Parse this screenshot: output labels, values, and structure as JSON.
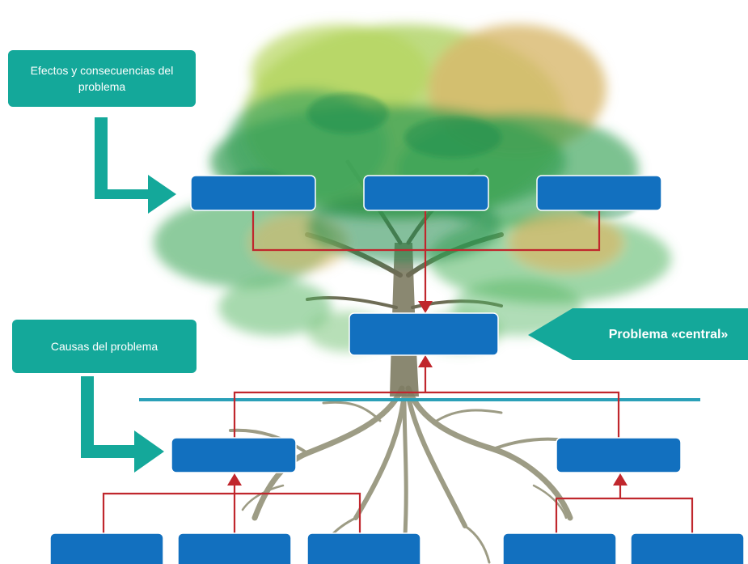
{
  "labels": {
    "effects": "Efectos y consecuencias del problema",
    "causes": "Causas del problema",
    "central": "Problema «central»"
  },
  "colors": {
    "teal": "#14a89a",
    "blue_box": "#1270bf",
    "connector": "#c0272d",
    "ground_line": "#2aa0b8",
    "foliage_dark": "#1f8a4a",
    "foliage_mid": "#4db15b",
    "foliage_light": "#a8cf56",
    "foliage_tan": "#d8b86a",
    "trunk": "#7a7a62"
  },
  "effect_boxes": [
    "",
    "",
    ""
  ],
  "central_box": "",
  "cause_boxes": [
    "",
    ""
  ],
  "sub_cause_boxes": [
    "",
    "",
    "",
    "",
    ""
  ]
}
